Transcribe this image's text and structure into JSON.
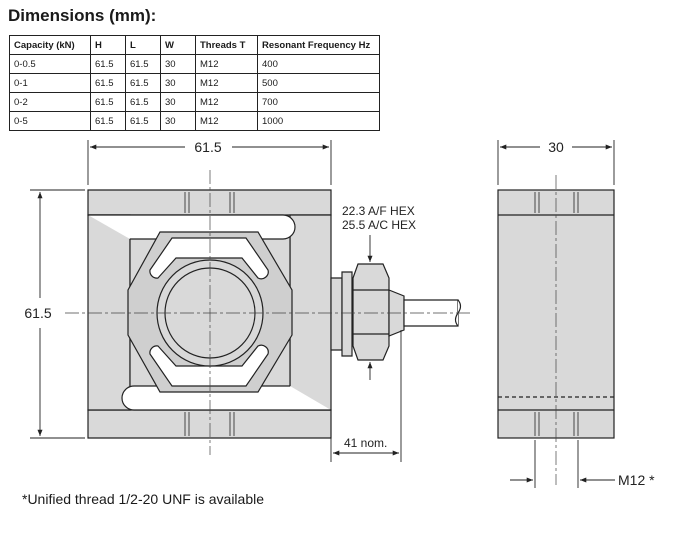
{
  "title": "Dimensions (mm):",
  "table": {
    "headers": [
      "Capacity (kN)",
      "H",
      "L",
      "W",
      "Threads T",
      "Resonant Frequency Hz"
    ],
    "rows": [
      [
        "0-0.5",
        "61.5",
        "61.5",
        "30",
        "M12",
        "400"
      ],
      [
        "0-1",
        "61.5",
        "61.5",
        "30",
        "M12",
        "500"
      ],
      [
        "0-2",
        "61.5",
        "61.5",
        "30",
        "M12",
        "700"
      ],
      [
        "0-5",
        "61.5",
        "61.5",
        "30",
        "M12",
        "1000"
      ]
    ]
  },
  "drawing": {
    "width_label": "61.5",
    "height_label": "61.5",
    "side_width_label": "30",
    "hex_af_label": "22.3 A/F HEX",
    "hex_ac_label": "25.5 A/C HEX",
    "cable_length_label": "41 nom.",
    "thread_label": "M12 *"
  },
  "footnote": "*Unified thread 1/2-20 UNF is available"
}
